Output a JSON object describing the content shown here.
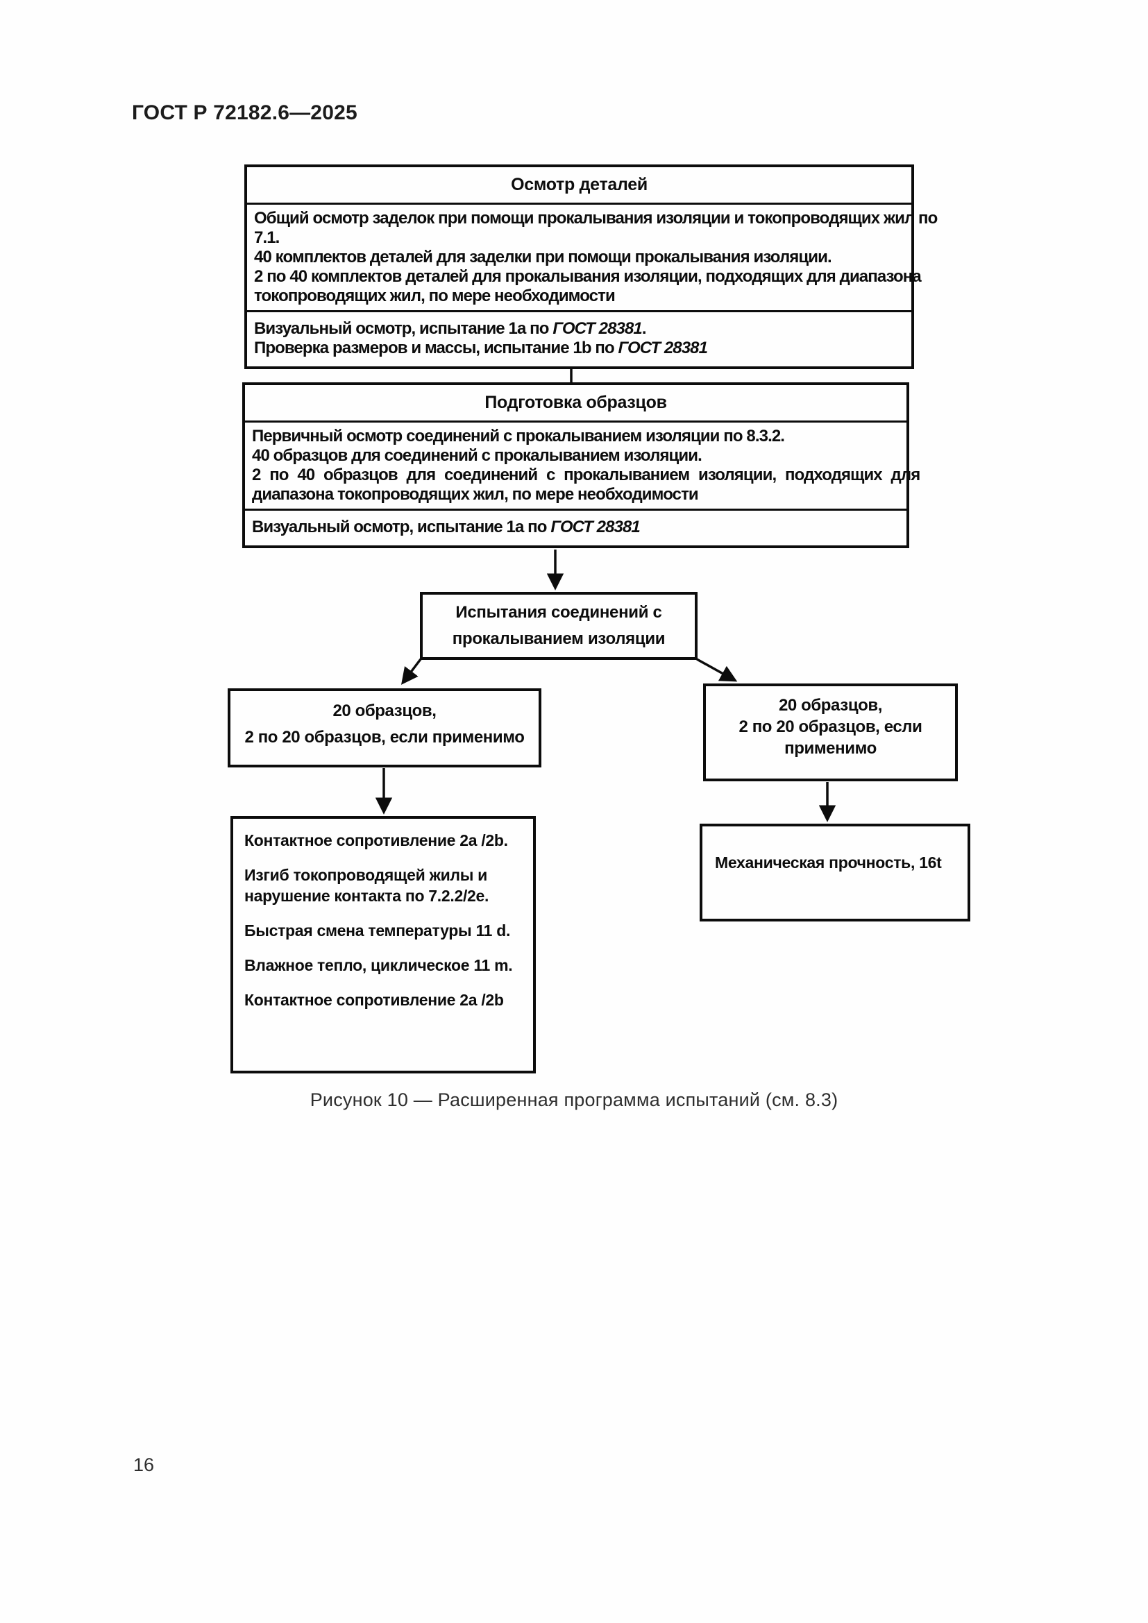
{
  "document": {
    "standard_number": "ГОСТ Р 72182.6—2025",
    "figure_caption": "Рисунок 10 — Расширенная программа испытаний (см. 8.3)",
    "page_number": "16"
  },
  "flowchart": {
    "parts_inspection": {
      "title": "Осмотр деталей",
      "body_lines": [
        "Общий осмотр заделок при помощи прокалывания изоляции и токопроводящих жил по",
        "7.1.",
        "40 комплектов деталей для заделки при помощи прокалывания изоляции.",
        "2 по 40 комплектов деталей для прокалывания изоляции, подходящих для диапазона",
        "токопроводящих жил, по мере необходимости"
      ],
      "footer_lines": [
        {
          "text": "Визуальный осмотр, испытание 1а по ",
          "standard_ref": "ГОСТ 28381",
          "tail": "."
        },
        {
          "text": "Проверка размеров и массы, испытание 1b по ",
          "standard_ref": "ГОСТ 28381",
          "tail": ""
        }
      ]
    },
    "sample_preparation": {
      "title": "Подготовка образцов",
      "body_lines": [
        "Первичный осмотр соединений с прокалыванием изоляции по 8.3.2.",
        "40 образцов для соединений с прокалыванием изоляции.",
        "2 по 40 образцов для соединений с прокалыванием изоляции, подходящих для",
        "диапазона токопроводящих жил, по мере необходимости"
      ],
      "footer_lines": [
        {
          "text": "Визуальный осмотр, испытание 1а по ",
          "standard_ref": "ГОСТ 28381",
          "tail": ""
        }
      ]
    },
    "piercing_tests": {
      "lines": [
        "Испытания соединений с",
        "прокалыванием изоляции"
      ]
    },
    "left_sample_group": {
      "lines": [
        "20 образцов,",
        "2 по 20 образцов, если применимо"
      ]
    },
    "right_sample_group": {
      "lines": [
        "20 образцов,",
        "2 по 20 образцов, если",
        "применимо"
      ]
    },
    "electrical_test_sequence": {
      "paragraphs": [
        "Контактное сопротивление 2a /2b.",
        "Изгиб токопроводящей жилы и нарушение контакта по 7.2.2/2e.",
        "Быстрая смена температуры 11 d.",
        "Влажное тепло, циклическое 11 m.",
        "Контактное сопротивление 2a /2b"
      ]
    },
    "mechanical_test": {
      "text": "Механическая прочность, 16t"
    }
  }
}
